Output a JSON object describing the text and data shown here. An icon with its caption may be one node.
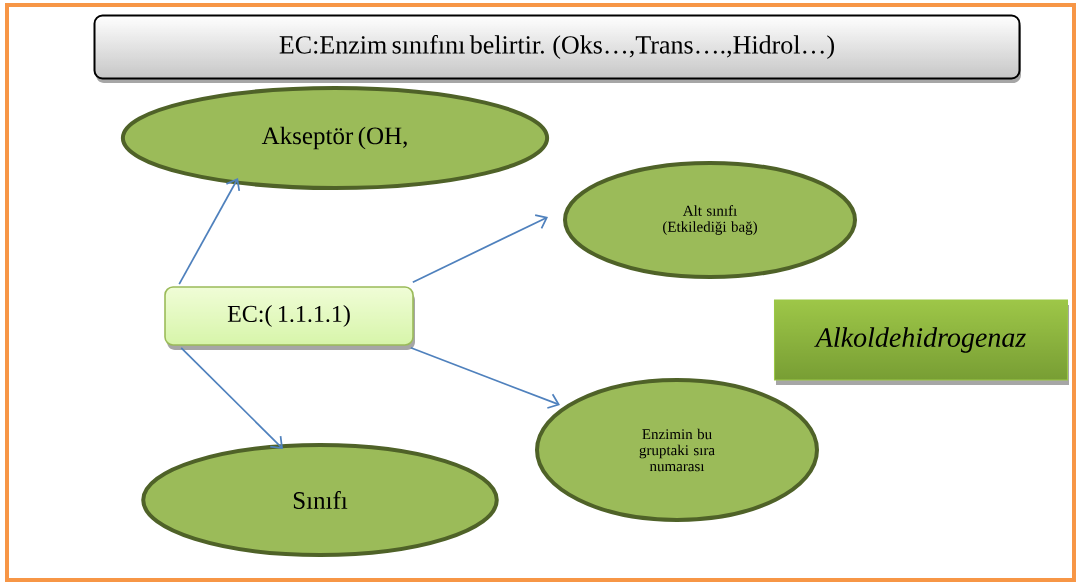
{
  "diagram": {
    "nodes": [
      {
        "text": [
          "EC:Enzim sınıfını belirtir. (Oks…,Trans….,Hidrol…)"
        ]
      },
      {
        "text": [
          "Akseptör (OH,"
        ]
      },
      {
        "text": [
          "Alt sınıfı (Etkilediği bağ)"
        ]
      },
      {
        "text": [
          "EC:( 1.1.1.1)"
        ]
      },
      {
        "text": [
          "*Alkoldehidrogenaz*"
        ]
      },
      {
        "text": [
          "Enzimin bu gruptaki sıra numarası"
        ]
      },
      {
        "text": [
          "Sınıfı"
        ]
      }
    ],
    "edges": [
      {
        "from": 3,
        "to": 1,
        "arrow": "to"
      },
      {
        "from": 3,
        "to": 2,
        "arrow": "to"
      },
      {
        "from": 3,
        "to": 5,
        "arrow": "to"
      },
      {
        "from": 3,
        "to": 6,
        "arrow": "to"
      }
    ]
  }
}
